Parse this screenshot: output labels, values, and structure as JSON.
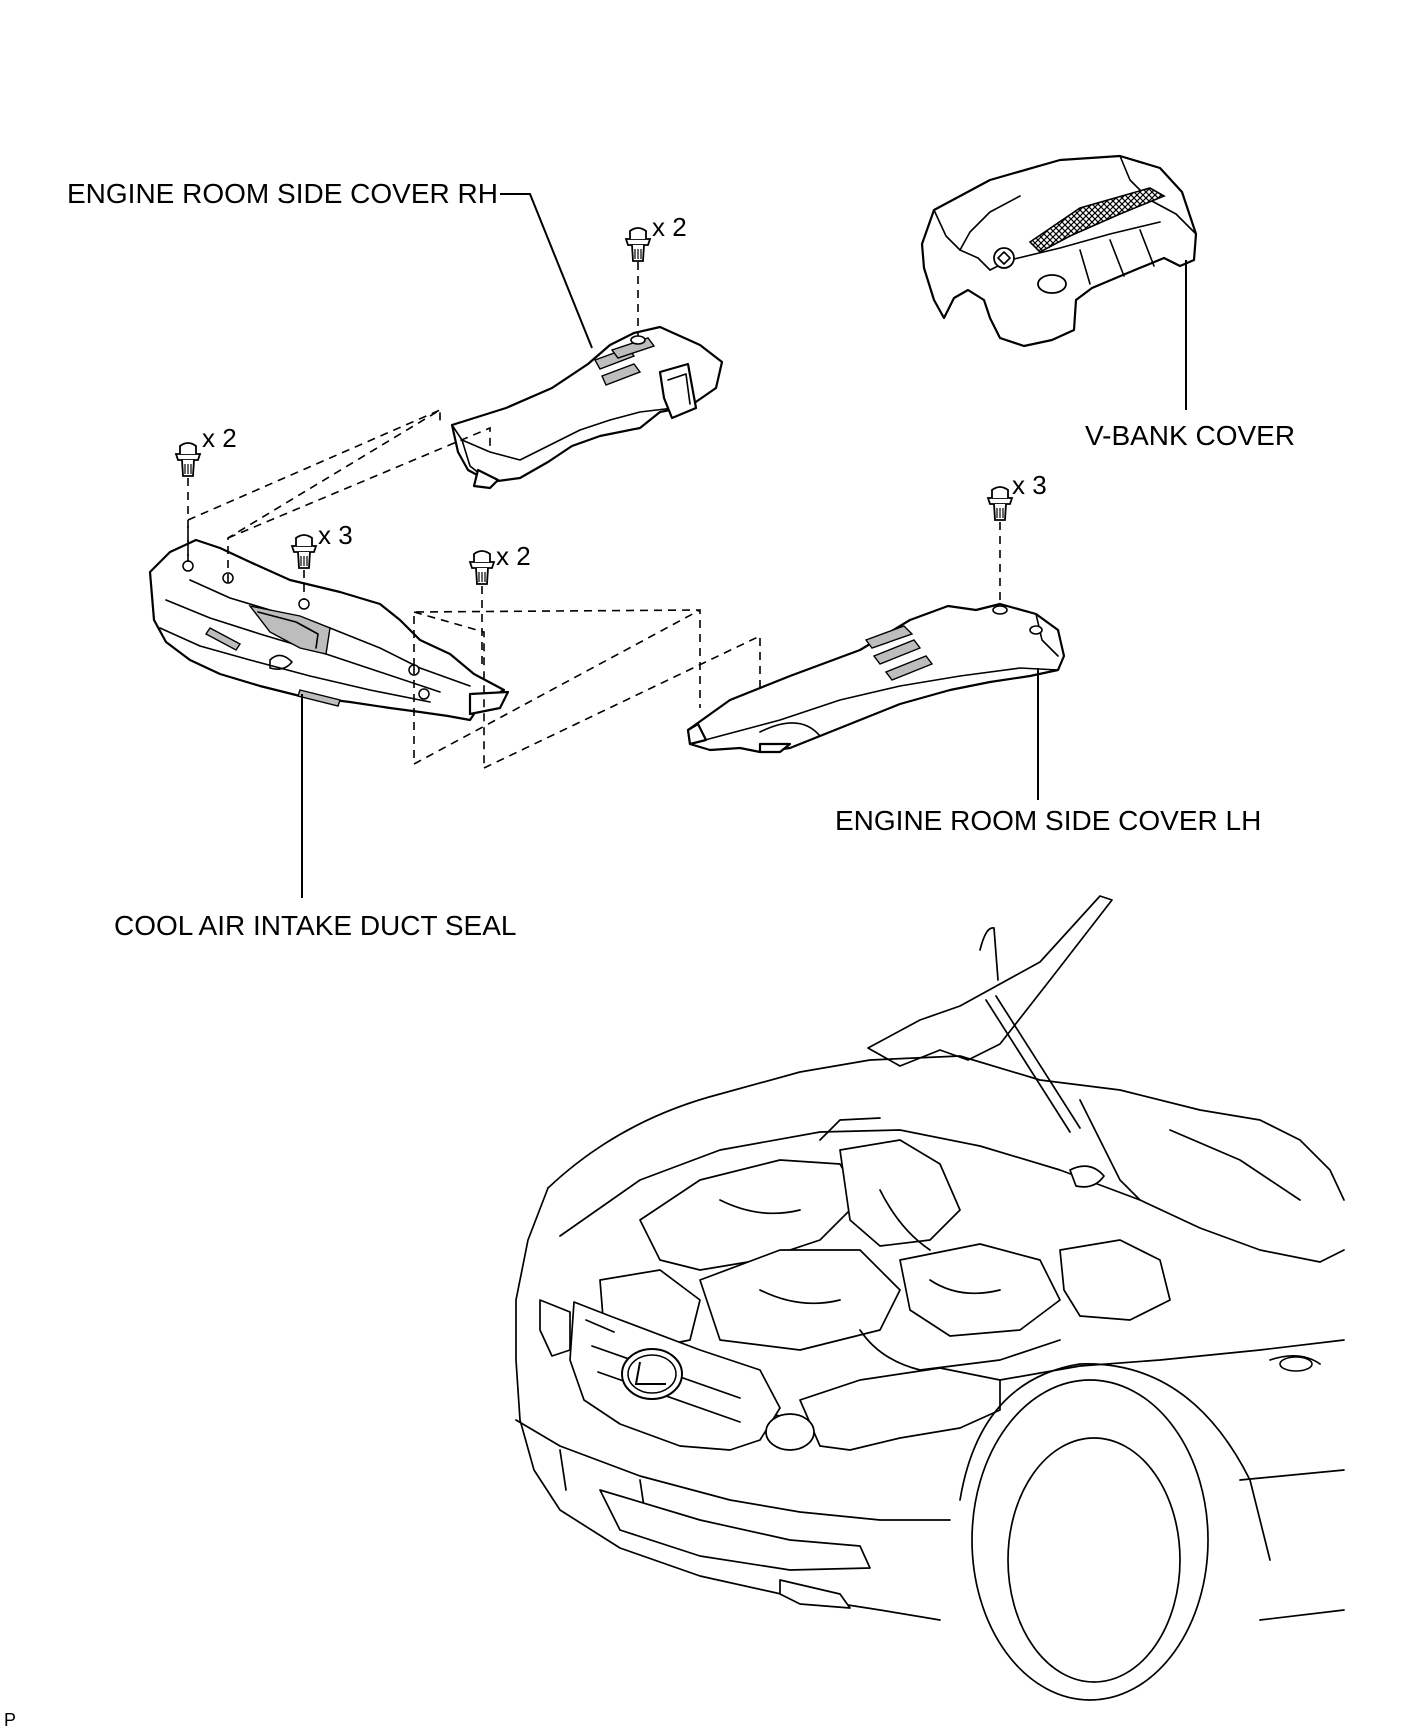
{
  "labels": {
    "side_cover_rh": "ENGINE ROOM SIDE COVER RH",
    "v_bank_cover": "V-BANK COVER",
    "side_cover_lh": "ENGINE ROOM SIDE COVER LH",
    "duct_seal": "COOL AIR INTAKE DUCT SEAL"
  },
  "quantities": {
    "rh_clips": "x 2",
    "seal_left_clips": "x 2",
    "seal_center_clips": "x 3",
    "seal_right_clips": "x 2",
    "lh_clips": "x 3"
  },
  "corner_mark": "P",
  "colors": {
    "line": "#000000",
    "background": "#ffffff",
    "shading": "#bdbdbd"
  },
  "icons": [
    "clip-icon",
    "lexus-emblem-icon"
  ]
}
